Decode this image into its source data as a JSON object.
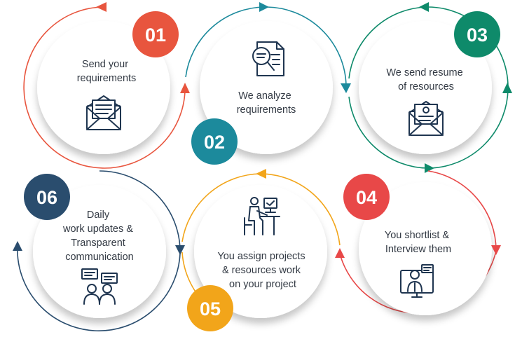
{
  "colors": {
    "step01": "#e8553e",
    "step02": "#1c8a9c",
    "step03": "#0e8a6a",
    "step04": "#e84848",
    "step05": "#f2a51a",
    "step06": "#2a4d6e",
    "text": "#333a44",
    "icon": "#1f3550"
  },
  "steps": [
    {
      "number": "01",
      "lines": [
        "Send your",
        "requirements"
      ],
      "icon": "envelope-document-icon"
    },
    {
      "number": "02",
      "lines": [
        "We analyze",
        "requirements"
      ],
      "icon": "magnifier-document-icon"
    },
    {
      "number": "03",
      "lines": [
        "We send resume",
        "of resources"
      ],
      "icon": "email-resume-icon"
    },
    {
      "number": "04",
      "lines": [
        "You shortlist &",
        "Interview them"
      ],
      "icon": "video-interview-icon"
    },
    {
      "number": "05",
      "lines": [
        "You assign projects",
        "& resources work",
        "on your project"
      ],
      "icon": "person-at-desk-icon"
    },
    {
      "number": "06",
      "lines": [
        "Daily",
        "work updates &",
        "Transparent",
        "communication"
      ],
      "icon": "chat-people-icon"
    }
  ]
}
